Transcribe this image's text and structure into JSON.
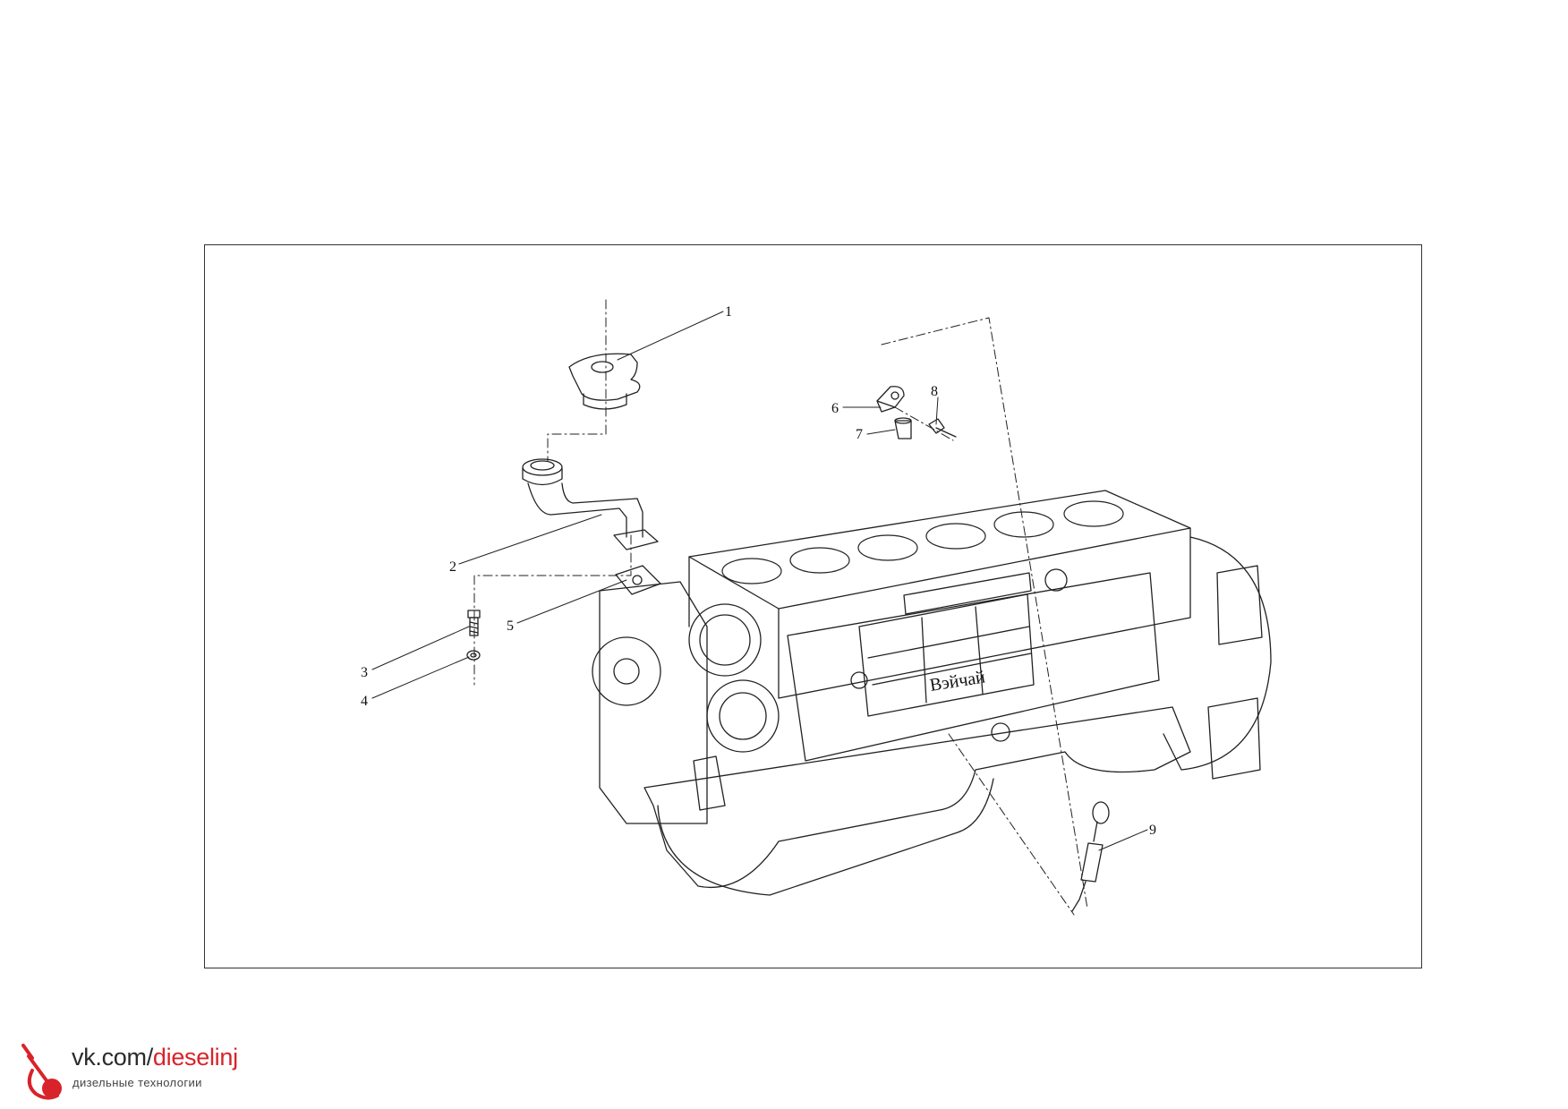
{
  "diagram": {
    "callouts": [
      {
        "id": "1",
        "text": "1"
      },
      {
        "id": "2",
        "text": "2"
      },
      {
        "id": "3",
        "text": "3"
      },
      {
        "id": "4",
        "text": "4"
      },
      {
        "id": "5",
        "text": "5"
      },
      {
        "id": "6",
        "text": "6"
      },
      {
        "id": "7",
        "text": "7"
      },
      {
        "id": "8",
        "text": "8"
      },
      {
        "id": "9",
        "text": "9"
      }
    ],
    "block_label": "Вэйчай"
  },
  "watermark": {
    "site": "vk.com/",
    "handle": "dieselinj",
    "subtitle": "дизельные технологии",
    "accent_color": "#d8232a",
    "icon": "fuel-injector-icon"
  }
}
